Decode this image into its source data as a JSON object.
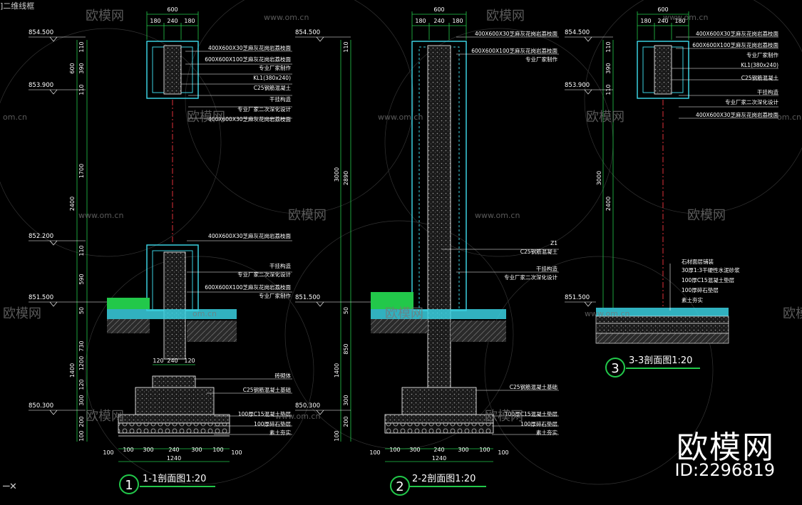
{
  "window": {
    "tab_title": "]二维线框"
  },
  "watermark": {
    "site": "www.om.cn",
    "brand": "欧模网",
    "short": "om.cn"
  },
  "brand_block": {
    "name": "欧模网",
    "id": "ID:2296819"
  },
  "common": {
    "cap_top": "400X600X30芝麻灰花岗岩荔枝面",
    "cap_top_side": "600X600X100芝麻灰花岗岩荔枝面",
    "pro_make": "专业厂家制作",
    "beam": "KL1(380x240)",
    "c25": "C25钢筋混凝土",
    "dry_hang": "干挂构造",
    "second_design": "专业厂家二次深化设计",
    "cap_bottom": "400X600X30芝麻灰花岗岩荔枝面",
    "brick": "砖砌体",
    "c25_base": "C25钢筋混凝土基础",
    "c15_pad": "100厚C15混凝土垫层",
    "gravel_pad": "100厚碎石垫层",
    "soil": "素土夯实",
    "z1": "Z1",
    "c25_col": "C25钢筋混凝土",
    "stone_layer": "石材面层铺装",
    "mortar": "30厚1:3干硬性水泥砂浆",
    "c15_a": "100厚C15混凝土垫层",
    "gravel_a": "100厚碎石垫层",
    "soil_a": "素土夯实"
  },
  "elevations": {
    "e1": "854.500",
    "e2": "853.900",
    "e3": "852.200",
    "e4": "851.500",
    "e5": "850.300",
    "e6": "854.500",
    "e7": "851.500",
    "e8": "850.300",
    "e9": "854.500",
    "e10": "853.900",
    "e11": "851.500"
  },
  "dims": {
    "top_total": "600",
    "top_a": "180",
    "top_b": "240",
    "top_c": "180",
    "s1_v": [
      "110",
      "390",
      "110",
      "1700",
      "110",
      "590",
      "50",
      "730",
      "1200",
      "120",
      "300",
      "200",
      "100"
    ],
    "s1_v_outer": [
      "600",
      "2400",
      "1400"
    ],
    "s1_wall": [
      "120",
      "240",
      "120"
    ],
    "s1_base": [
      "100",
      "300",
      "240",
      "300",
      "100"
    ],
    "s1_base_extra": "100",
    "s1_base_total": "1240",
    "s2_v": [
      "110",
      "3000",
      "2890",
      "50",
      "850",
      "1400",
      "300",
      "200",
      "100"
    ],
    "s3_v": [
      "110",
      "390",
      "110",
      "3000",
      "2400"
    ]
  },
  "titles": {
    "s1_num": "1",
    "s1_title": "1-1剖面图1:20",
    "s2_num": "2",
    "s2_title": "2-2剖面图1:20",
    "s3_num": "3",
    "s3_title": "3-3剖面图1:20"
  },
  "colors": {
    "cyan": "#3ad0e0",
    "green": "#22c84a",
    "white": "#ffffff",
    "yellow": "#e6e04a",
    "red": "#e0303a",
    "grey": "#8a8a8a"
  }
}
